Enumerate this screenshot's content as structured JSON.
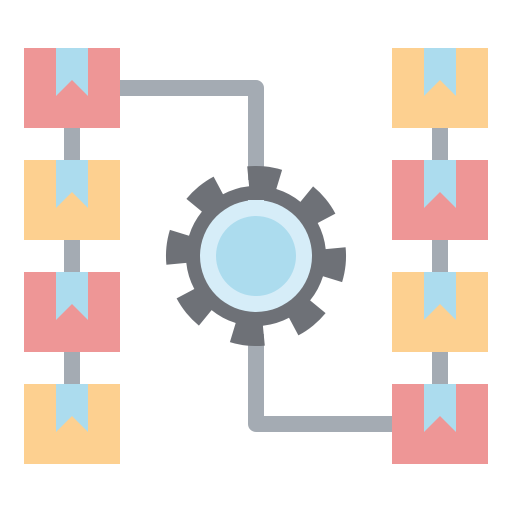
{
  "icon": {
    "name": "supply-chain-gear-boxes-icon",
    "colors": {
      "connector": "#a4abb3",
      "box_red": "#ee9696",
      "box_orange": "#fdd090",
      "box_tape": "#acdcee",
      "gear": "#6e7177",
      "dial_outer": "#d6edf8",
      "dial_inner": "#acdcee"
    },
    "left_column": {
      "box_colors": [
        "box_red",
        "box_orange",
        "box_red",
        "box_orange"
      ]
    },
    "right_column": {
      "box_colors": [
        "box_orange",
        "box_red",
        "box_orange",
        "box_red"
      ]
    }
  }
}
